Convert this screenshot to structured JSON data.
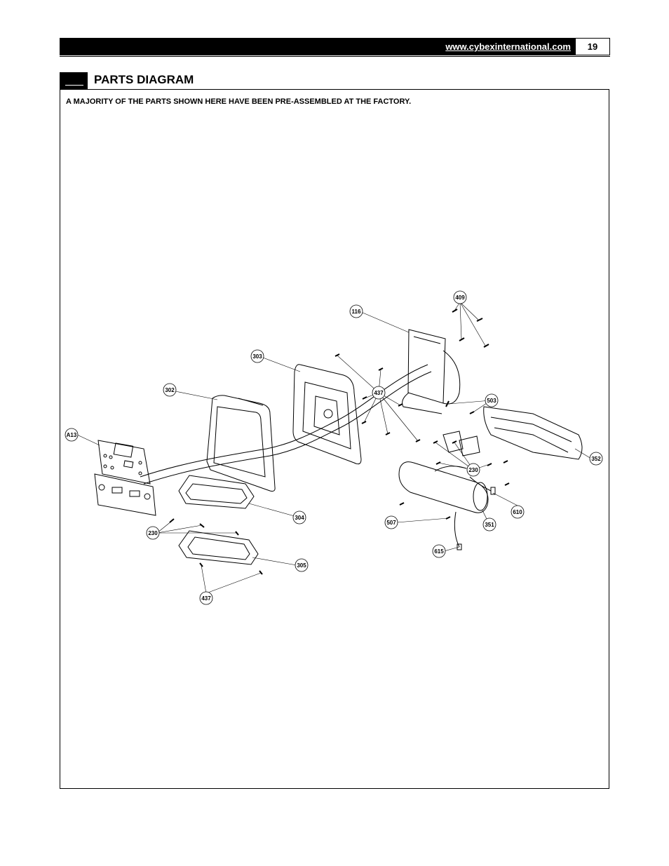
{
  "header": {
    "url": "www.cybexinternational.com",
    "page_number": "19"
  },
  "section": {
    "title": "PARTS DIAGRAM",
    "note": "A MAJORITY OF THE PARTS SHOWN HERE HAVE BEEN PRE-ASSEMBLED AT THE FACTORY."
  },
  "callouts": [
    "409",
    "116",
    "303",
    "437",
    "302",
    "503",
    "A13",
    "352",
    "230",
    "610",
    "304",
    "507",
    "351",
    "230",
    "615",
    "305",
    "437"
  ]
}
